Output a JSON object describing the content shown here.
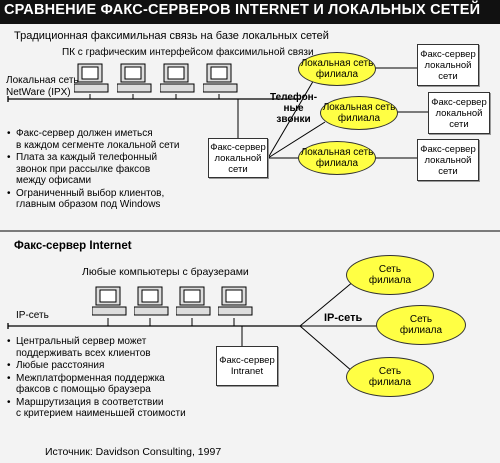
{
  "title": "СРАВНЕНИЕ ФАКС-СЕРВЕРОВ INTERNET И ЛОКАЛЬНЫХ СЕТЕЙ",
  "section_lan": {
    "heading": "Традиционная факсимильная связь на базе локальных сетей",
    "pc_label": "ПК с графическим интерфейсом факсимильной связи",
    "network_label": "Локальная сеть\nNetWare (IPX)",
    "fax_server": "Факс-сервер\nлокальной\nсети",
    "phone_label": "Телефон-\nные\nзвонки",
    "branch_networks": [
      "Локальная сеть\nфилиала",
      "Локальная сеть\nфилиала",
      "Локальная сеть\nфилиала"
    ],
    "branch_fax_servers": [
      "Факс-сервер\nлокальной\nсети",
      "Факс-сервер\nлокальной\nсети",
      "Факс-сервер\nлокальной\nсети"
    ],
    "bullets": [
      "Факс-сервер должен иметься\nв каждом сегменте локальной сети",
      "Плата за каждый телефонный\nзвонок при рассылке факсов\nмежду офисами",
      "Ограниченный выбор клиентов,\nглавным образом под Windows"
    ]
  },
  "section_internet": {
    "heading": "Факс-сервер Internet",
    "pc_label": "Любые компьютеры с браузерами",
    "network_label": "IP-сеть",
    "ip_label": "IP-сеть",
    "fax_server": "Факс-сервер\nIntranet",
    "branches": [
      "Сеть\nфилиала",
      "Сеть\nфилиала",
      "Сеть\nфилиала"
    ],
    "bullets": [
      "Центральный сервер может\nподдерживать всех клиентов",
      "Любые расстояния",
      "Межплатформенная поддержка\nфаксов с помощью браузера",
      "Маршрутизация в соответствии\nс критерием наименьшей стоимости"
    ]
  },
  "source": "Источник: Davidson Consulting, 1997",
  "colors": {
    "ellipse_fill": "#ffff44",
    "title_bg": "#111111",
    "background": "#f3f3f3"
  }
}
